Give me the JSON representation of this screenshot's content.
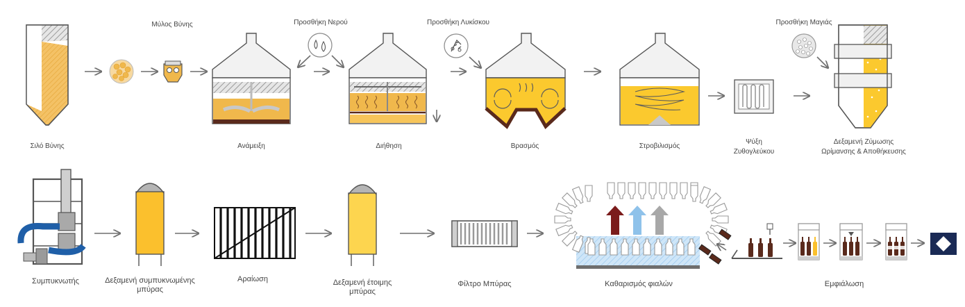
{
  "row1": {
    "labels": {
      "silo": "Σιλό Βύνης",
      "mill": "Μύλος Βύνης",
      "water": "Προσθήκη Νερού",
      "mixing": "Ανάμειξη",
      "filtration": "Διήθηση",
      "hops": "Προσθήκη Λυκίσκου",
      "boiling": "Βρασμός",
      "whirlpool": "Στροβιλισμός",
      "cooling_1": "Ψύξη",
      "cooling_2": "Ζυθογλεύκου",
      "yeast": "Προσθήκη Μαγιάς",
      "fermentation_1": "Δεξαμενή Ζύμωσης",
      "fermentation_2": "Ωρίμανσης & Αποθήκευσης"
    }
  },
  "row2": {
    "labels": {
      "condenser": "Συμπυκνωτής",
      "concentrated_1": "Δεξαμενή συμπυκνωμένης",
      "concentrated_2": "μπύρας",
      "dilution": "Αραίωση",
      "ready_1": "Δεξαμενή έτοιμης",
      "ready_2": "μπύρας",
      "filter": "Φίλτρο Μπύρας",
      "bottle_cleaning": "Καθαρισμός φιαλών",
      "bottling": "Εμφιάλωση"
    }
  },
  "colors": {
    "malt": "#f0b84c",
    "beer": "#fbc02d",
    "beer_light": "#fdd54f",
    "hatch": "#b5b5b5",
    "dark": "#5a2a1c",
    "blue": "#1f5fa8",
    "arrow_red": "#7b1c1c",
    "arrow_blue": "#8fc2ea",
    "arrow_gray": "#a8a8a8"
  }
}
